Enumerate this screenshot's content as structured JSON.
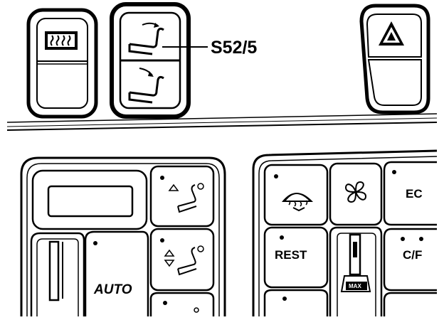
{
  "callout": {
    "label": "S52/5"
  },
  "top_panel": {
    "rear_defrost_switch": {
      "icon": "rear-window-defrost-icon"
    },
    "seat_adjust_switch": {
      "icons": [
        "seat-backrest-up-icon",
        "seat-backrest-down-icon"
      ]
    },
    "hazard_switch": {
      "icon": "hazard-triangle-icon"
    }
  },
  "climate_panel": {
    "auto_label": "AUTO",
    "icons": [
      "climate-display",
      "seat-recline-icon",
      "seat-adjust-updown-icon"
    ]
  },
  "right_panel": {
    "rest_label": "REST",
    "ec_label": "EC",
    "cf_label": "C/F",
    "max_label": "MAX",
    "icons": [
      "windshield-defrost-icon",
      "fan-icon"
    ]
  },
  "colors": {
    "ink": "#000000",
    "paper": "#ffffff"
  }
}
